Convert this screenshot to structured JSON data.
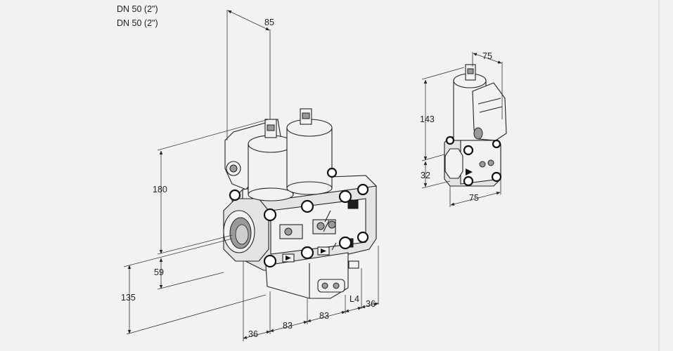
{
  "captions": [
    "DN 50 (2\")",
    "DN 50 (2\")"
  ],
  "dimensions": {
    "main_height": "180",
    "main_depth": "85",
    "main_inlet_height": "59",
    "main_total_height": "135",
    "main_front_36": "36",
    "main_module_1": "83",
    "main_module_2": "83",
    "main_l4": "L4",
    "main_rear_36": "36",
    "aux_top_width": "75",
    "aux_height": "143",
    "aux_base_height": "32",
    "aux_bottom_width": "75"
  },
  "colors": {
    "background": "#f2f2f2",
    "line": "#222222",
    "body_fill": "#e4e4e4",
    "shade_fill": "#9a9a9a",
    "dark_fill": "#1e1e1e"
  }
}
